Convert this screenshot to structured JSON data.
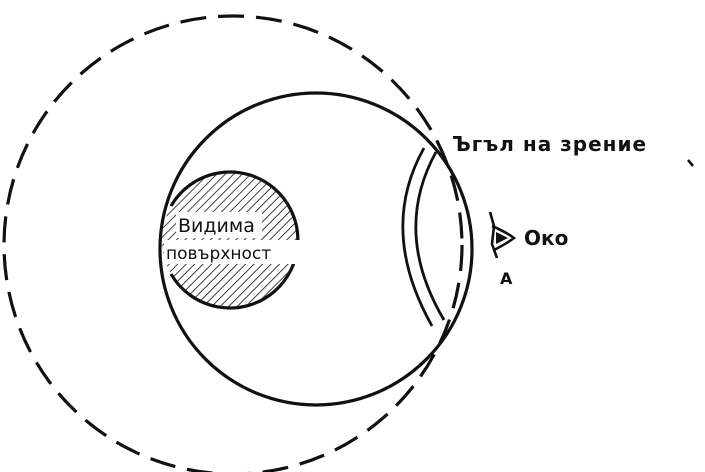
{
  "labels": {
    "angle_of_view": "Ъгъл на зрение",
    "eye": "Око",
    "point": "А",
    "visible_surface_line1": "Видима",
    "visible_surface_line2": "повърхност"
  }
}
